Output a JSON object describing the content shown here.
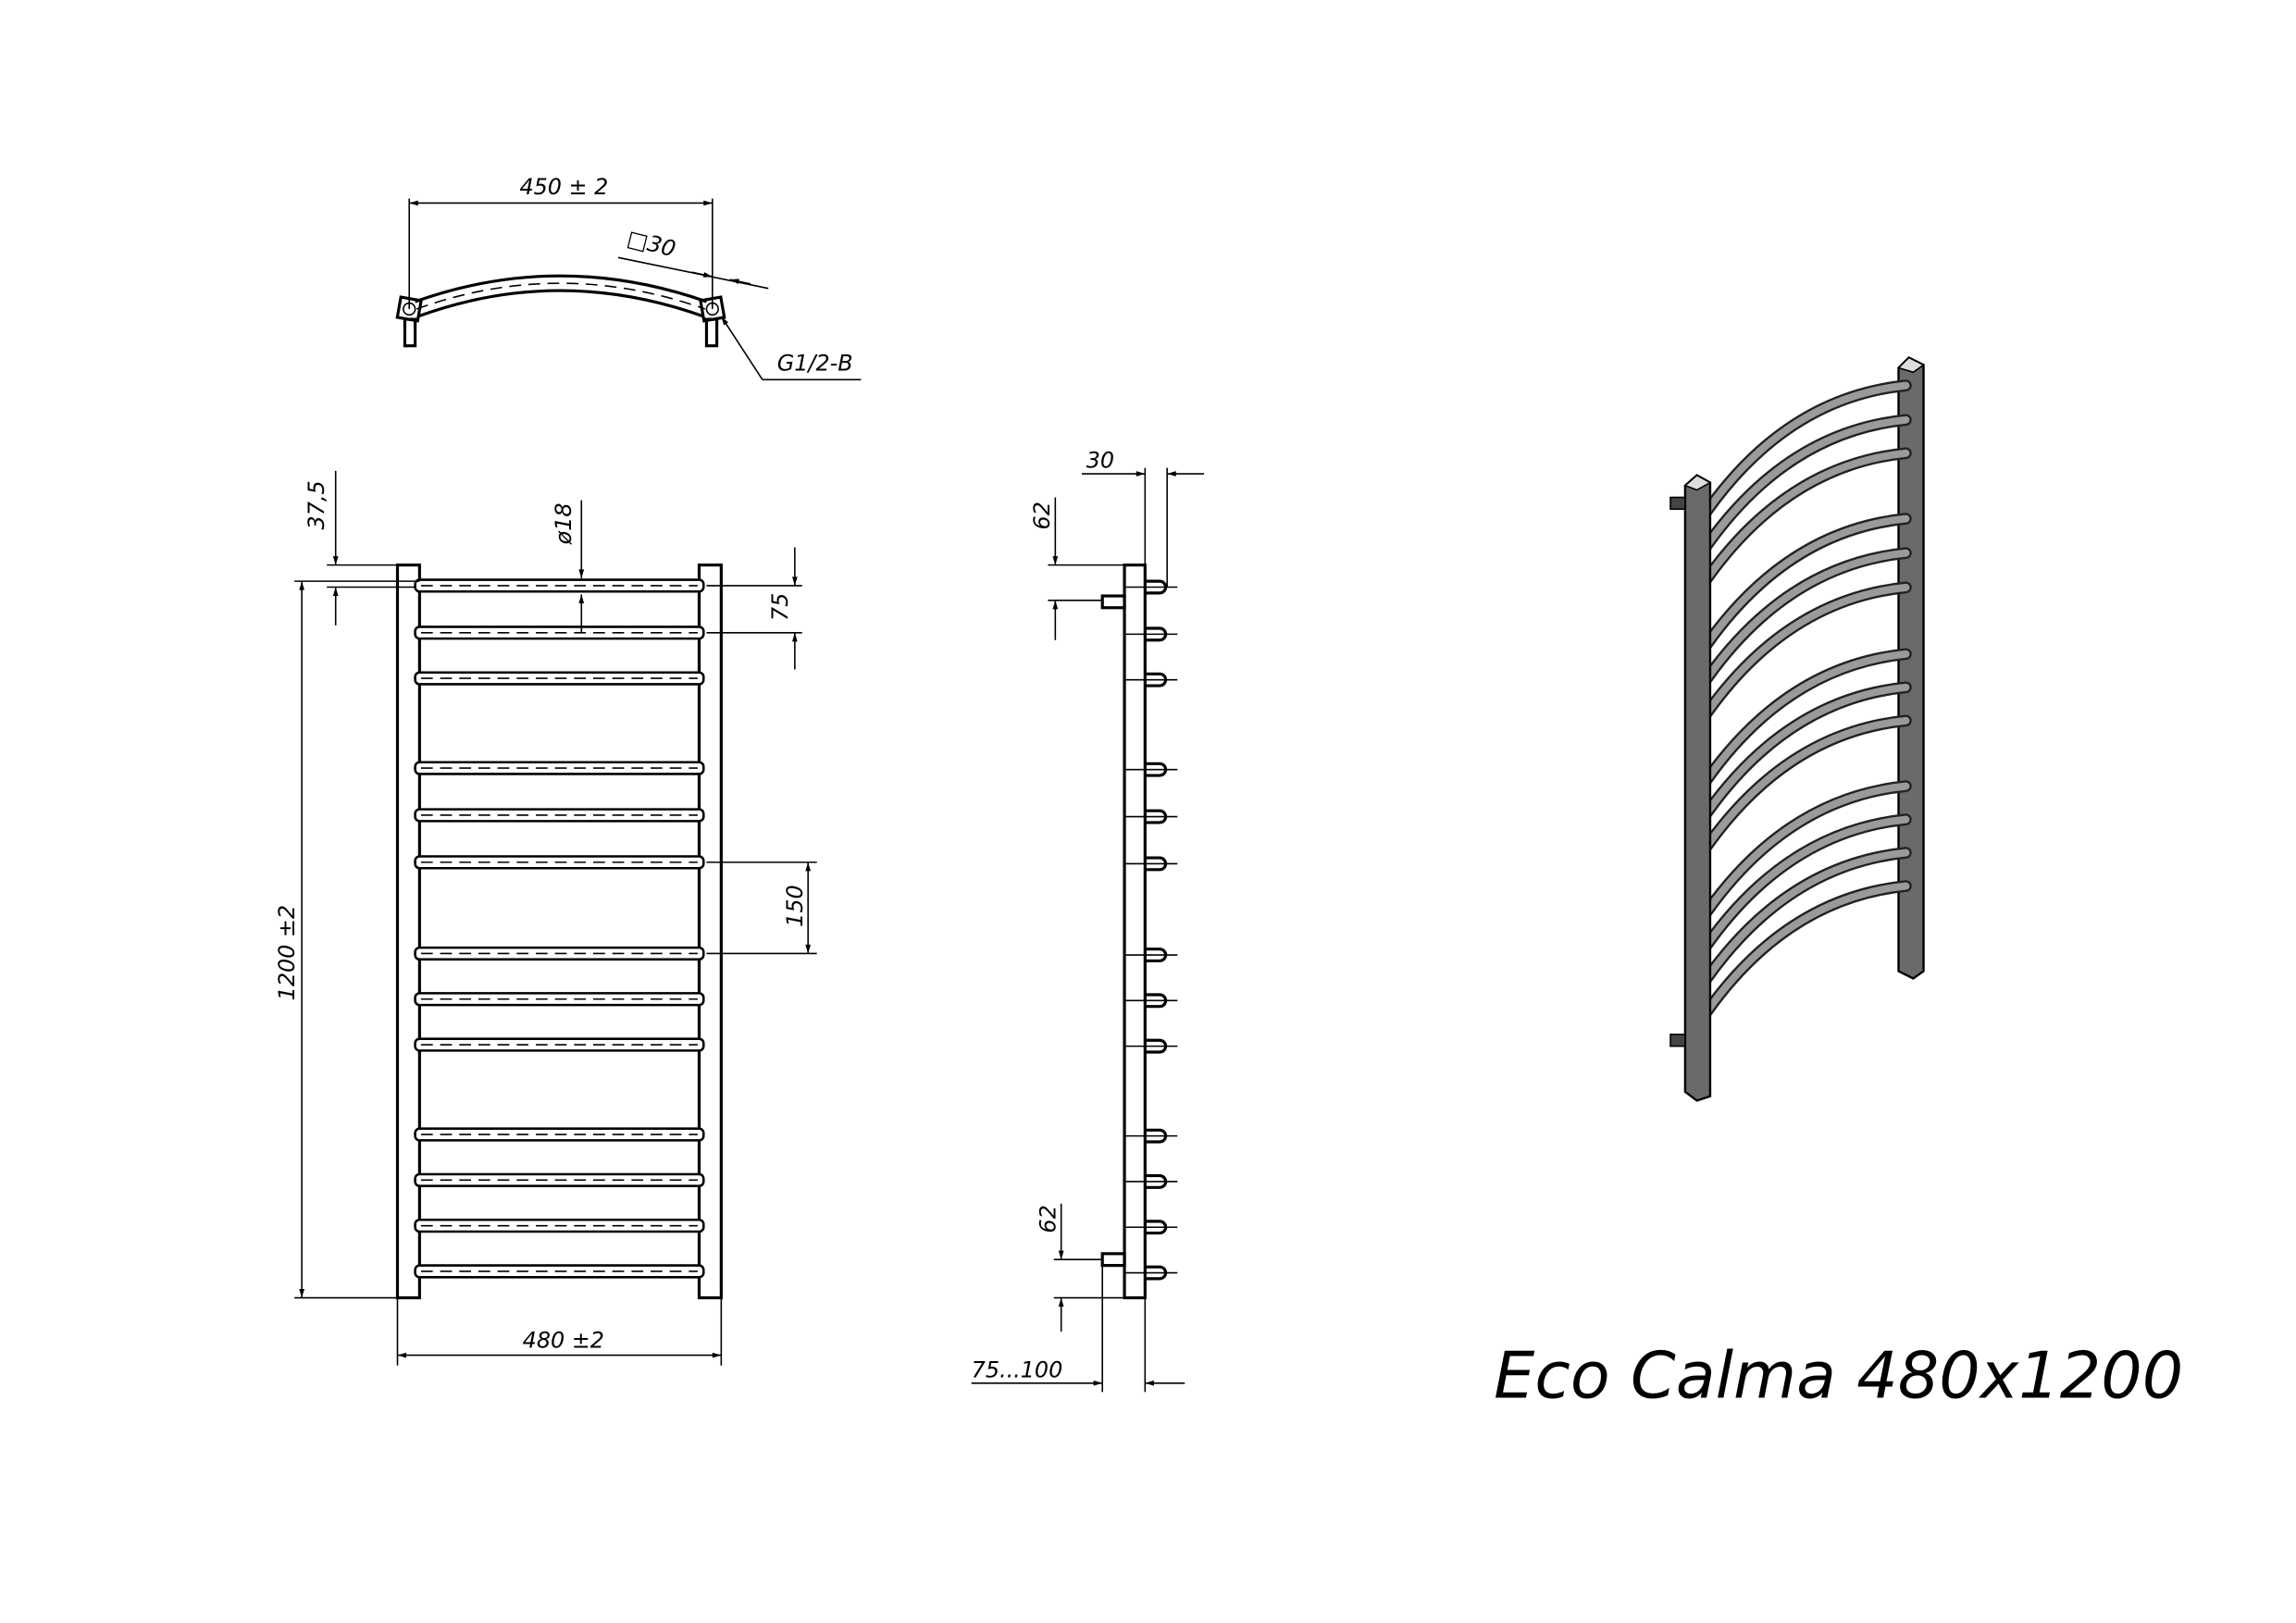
{
  "top_view": {
    "width_dim": "450 ± 2",
    "profile_dim": "□30",
    "thread_label": "G1/2-B"
  },
  "front_view": {
    "top_offset_dim": "37,5",
    "tube_diameter_dim": "ø18",
    "bar_spacing_small_dim": "75",
    "bar_spacing_large_dim": "150",
    "height_dim": "1200 ±2",
    "width_dim": "480 ±2",
    "bar_count": 13
  },
  "side_view": {
    "depth_dim": "30",
    "top_connection_dim": "62",
    "bottom_connection_dim": "62",
    "wall_distance_dim": "75...100"
  },
  "title": "Eco Calma  480x1200"
}
